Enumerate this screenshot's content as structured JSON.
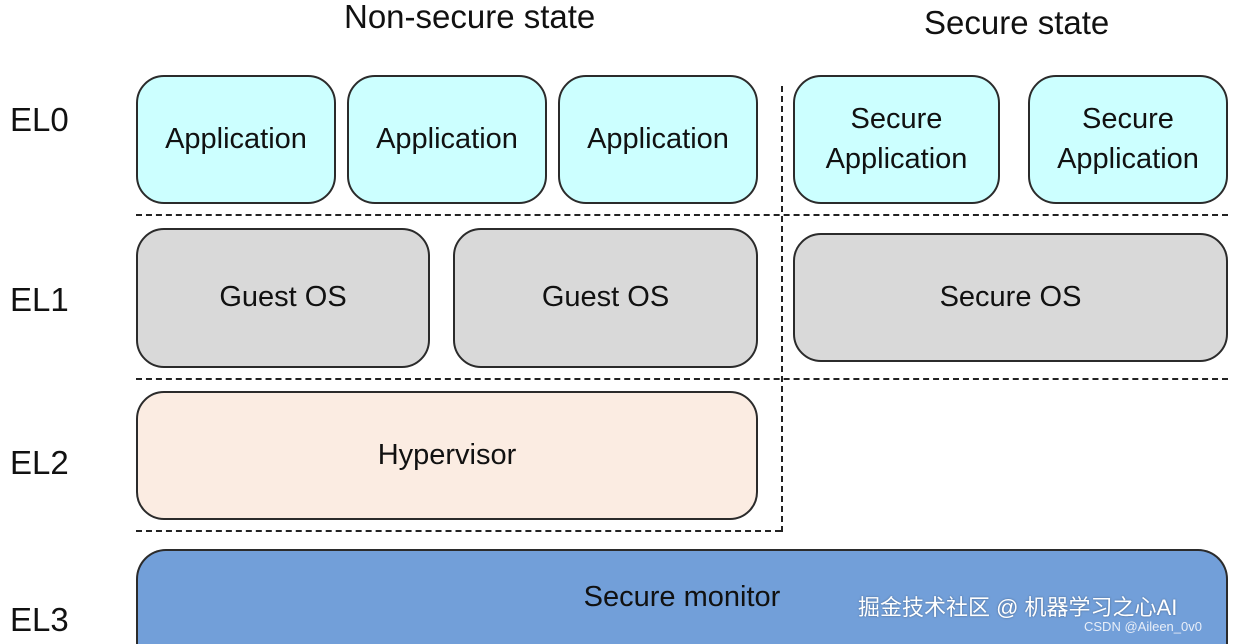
{
  "states": {
    "non_secure": "Non-secure state",
    "secure": "Secure state"
  },
  "levels": [
    "EL0",
    "EL1",
    "EL2",
    "EL3"
  ],
  "el0": {
    "ns_apps": [
      "Application",
      "Application",
      "Application"
    ],
    "s_apps": [
      "Secure\nApplication",
      "Secure\nApplication"
    ]
  },
  "el1": {
    "ns_os": [
      "Guest OS",
      "Guest OS"
    ],
    "s_os": "Secure OS"
  },
  "el2": {
    "hypervisor": "Hypervisor"
  },
  "el3": {
    "monitor": "Secure monitor"
  },
  "watermark": {
    "main": "掘金技术社区 @ 机器学习之心AI",
    "sub": "CSDN @Aileen_0v0"
  },
  "colors": {
    "application": "#ccffff",
    "os": "#d9d9d9",
    "hypervisor": "#fbece2",
    "monitor": "#729fd9"
  }
}
